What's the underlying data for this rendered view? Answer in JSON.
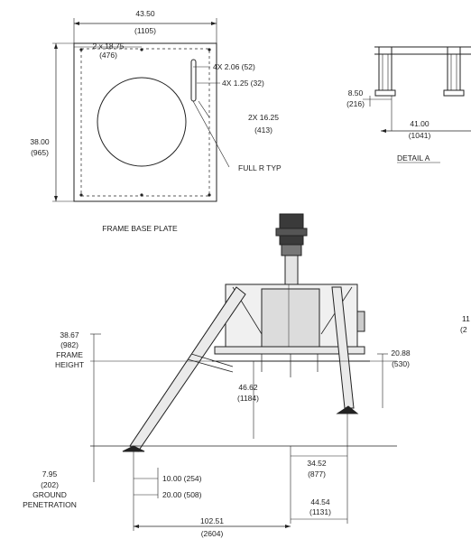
{
  "plate": {
    "width_in": "43.50",
    "width_mm": "(1105)",
    "spacing_in": "2 x 18.75",
    "spacing_mm": "(476)",
    "slot_a": "4X 2.06 (52)",
    "slot_b": "4X 1.25 (32)",
    "side_in": "2X 16.25",
    "side_mm": "(413)",
    "height_in": "38.00",
    "height_mm": "(965)",
    "full_r": "FULL R TYP",
    "caption": "FRAME BASE PLATE"
  },
  "detail": {
    "offset_in": "8.50",
    "offset_mm": "(216)",
    "span_in": "41.00",
    "span_mm": "(1041)",
    "caption": "DETAIL A"
  },
  "elevation": {
    "frame_h_in": "38.67",
    "frame_h_mm": "(982)",
    "frame_h_l1": "FRAME",
    "frame_h_l2": "HEIGHT",
    "right_h_in": "20.88",
    "right_h_mm": "(530)",
    "mid_h_in": "46.62",
    "mid_h_mm": "(1184)",
    "leg_off_in": "34.52",
    "leg_off_mm": "(877)",
    "pen_in": "7.95",
    "pen_mm": "(202)",
    "pen_l1": "GROUND",
    "pen_l2": "PENETRATION",
    "foot_a": "10.00 (254)",
    "foot_b": "20.00 (508)",
    "right_off_in": "44.54",
    "right_off_mm": "(1131)",
    "total_in": "102.51",
    "total_mm": "(2604)",
    "edge_top": "11",
    "edge_bot": "(2"
  }
}
